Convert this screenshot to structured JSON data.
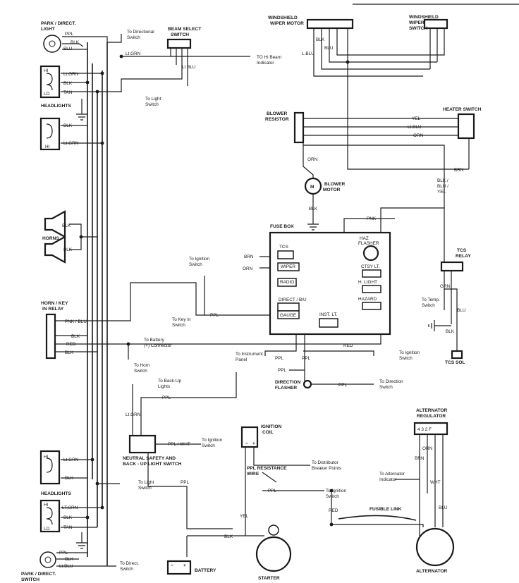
{
  "titles": {
    "park_direct_light_top": "PARK / DIRECT.",
    "park_direct_light_top2": "LIGHT",
    "beam_select": "BEAM SELECT",
    "beam_select2": "SWITCH",
    "windshield_wiper_motor": "WINDSHIELD",
    "windshield_wiper_motor2": "WIPER MOTOR",
    "windshield_wiper_switch": "WINDSHIELD",
    "windshield_wiper_switch2": "WIPER",
    "windshield_wiper_switch3": "SWITCH",
    "headlights_top": "HEADLIGHTS",
    "blower_resistor": "BLOWER",
    "blower_resistor2": "RESISTOR",
    "heater_switch": "HEATER SWITCH",
    "blower_motor": "BLOWER",
    "blower_motor2": "MOTOR",
    "horns": "HORNS",
    "fuse_box": "FUSE BOX",
    "tcs_relay": "TCS",
    "tcs_relay2": "RELAY",
    "horn_key_relay": "HORN / KEY",
    "horn_key_relay2": "IN RELAY",
    "tcs_sol": "TCS SOL",
    "direction_flasher": "DIRECTION",
    "direction_flasher2": "FLASHER",
    "alternator_regulator": "ALTERNATOR",
    "alternator_regulator2": "REGULATOR",
    "neutral_safety": "NEUTRAL SAFETY AND",
    "neutral_safety2": "BACK - UP LIGHT SWITCH",
    "ignition_coil": "IGNITION",
    "ignition_coil2": "COIL",
    "headlights_bottom": "HEADLIGHTS",
    "park_direct_switch_bottom": "PARK / DIRECT.",
    "park_direct_switch_bottom2": "SWITCH",
    "battery": "BATTERY",
    "starter": "STARTER",
    "alternator": "ALTERNATOR",
    "fusible_link": "FUSIBLE LINK",
    "ppl_resistance": "PPL RESISTANCE",
    "ppl_resistance2": "WIRE"
  },
  "fuse_box": {
    "tcs": "TCS",
    "wiper": "WIPER",
    "radio": "RADIO",
    "direct_bu": "DIRECT / B/U",
    "gauge": "GAUGE",
    "haz_flasher": "HAZ",
    "haz_flasher2": "FLASHER",
    "ctsy_lt": "CTSY LT.",
    "h_light": "H. LIGHT",
    "hazard": "HAZARD",
    "inst_lt": "INST. LT."
  },
  "component_marks": {
    "hi": "HI",
    "lo": "LO",
    "m": "M",
    "regulator_terminals": "4  3  2  F",
    "coil_minus": "−",
    "coil_plus": "+",
    "battery_minus": "−",
    "battery_plus": "+"
  },
  "wires": {
    "ppl": "PPL",
    "blk": "BLK",
    "blu": "BLU",
    "lt_grn": "Lt.GRN",
    "lt_blu": "Lt.BLU",
    "l_blu": "L.BLU",
    "lt_blu2": "Lt BLU",
    "tan": "TAN",
    "lt_grn_u": "LT.GRN",
    "yel": "YEL",
    "orn": "ORN",
    "brn": "BRN",
    "blk_blu_yel": "BLK /",
    "blk_blu_yel2": "BLU /",
    "blk_blu_yel3": "YEL",
    "pnk": "PNK",
    "grn": "GRN",
    "pnk_blu": "PNK / BLU",
    "red": "RED",
    "ppl_wht": "PPL / WHT",
    "wht": "WHT"
  },
  "annotations": {
    "to_directional_switch": "To Directional",
    "to_directional_switch2": "Switch",
    "to_hi_beam": "TO Hi Beam",
    "to_hi_beam2": "Indicator",
    "to_light_switch_top": "To Light",
    "to_light_switch_top2": "Switch",
    "to_ignition_switch_fuse": "To Ignition",
    "to_ignition_switch_fuse2": "Switch",
    "to_temp_switch": "To Temp.",
    "to_temp_switch2": "Switch",
    "to_key_in_switch": "To Key In",
    "to_key_in_switch2": "Switch",
    "to_battery_connector": "To Battery",
    "to_battery_connector2": "(+) Connector",
    "to_horn_switch": "To Horn",
    "to_horn_switch2": "Switch",
    "to_instrument_panel": "To Instrument",
    "to_instrument_panel2": "Panel",
    "to_ignition_switch_right": "To Ignition",
    "to_ignition_switch_right2": "Switch",
    "to_back_up_lights": "To Back-Up",
    "to_back_up_lights2": "Lights",
    "to_direction_switch": "To Direction",
    "to_direction_switch2": "Switch",
    "to_ignition_switch_neutral": "To Ignition",
    "to_ignition_switch_neutral2": "Switch",
    "to_distributor": "To Distributor",
    "to_distributor2": "Breaker Points",
    "to_alternator_indicator": "To Alternator",
    "to_alternator_indicator2": "Indicator",
    "to_light_switch_bottom": "To Light",
    "to_light_switch_bottom2": "Switch",
    "to_ignition_switch_coil": "To Ignition",
    "to_ignition_switch_coil2": "Switch",
    "to_direct_switch": "To Direct.",
    "to_direct_switch2": "Switch"
  }
}
